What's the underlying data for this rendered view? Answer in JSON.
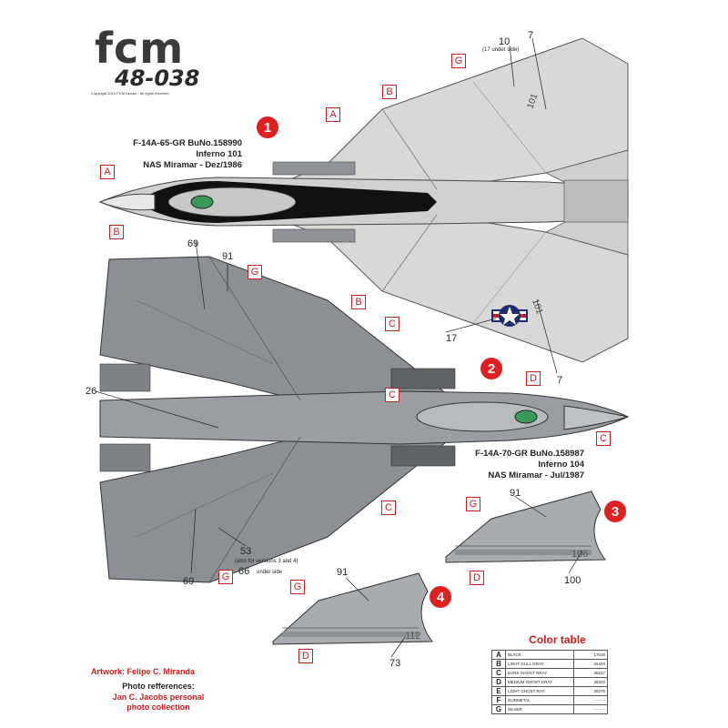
{
  "logo": {
    "brand": "fcm",
    "code": "48-038",
    "copyright": "Copyright 2010 FCM Decals - All rights reserved"
  },
  "versions": [
    {
      "badge": "1",
      "line1": "F-14A-65-GR  BuNo.158990",
      "line2": "Inferno 101",
      "line3": "NAS Miramar - Dez/1986"
    },
    {
      "badge": "2",
      "line1": "F-14A-70-GR  BuNo.158987",
      "line2": "Inferno 104",
      "line3": "NAS Miramar - Jul/1987"
    },
    {
      "badge": "3"
    },
    {
      "badge": "4"
    }
  ],
  "numbers": {
    "n10": "10",
    "n17_under": "(17 under side)",
    "n7a": "7",
    "n7b": "7",
    "n17": "17",
    "n69a": "69",
    "n91a": "91",
    "n26": "26",
    "n69b": "69",
    "n53": "53",
    "n53_note": "(also for versions 3 and 4)",
    "n66": "66",
    "n66_note": "under side",
    "n91b": "91",
    "n100": "100",
    "n91c": "91",
    "n73": "73"
  },
  "tail_codes": {
    "v1": "101",
    "v3": "106",
    "v4": "112"
  },
  "colors": {
    "black": "#111111",
    "light_gull_gray": "#d8d8d6",
    "dark_ghost_gray": "#8c9095",
    "medium_ghost_gray": "#a8acb0",
    "light_ghost_gray": "#c4c7ca",
    "gunmetal": "#5a5e62",
    "accent_red": "#e02020",
    "callout_red": "#c62020",
    "canopy_green": "#3a9a5a"
  },
  "credits": {
    "artwork": "Artwork: Felipe C. Miranda",
    "photo_refs": "Photo refferences:",
    "source_line1": "Jan C. Jacobs personal",
    "source_line2": "photo collection"
  },
  "color_table": {
    "title": "Color table",
    "rows": [
      {
        "letter": "A",
        "name": "BLACK",
        "fs": "17038"
      },
      {
        "letter": "B",
        "name": "LIGHT GULL GRAY",
        "fs": "26440"
      },
      {
        "letter": "C",
        "name": "DARK GHOST GRAY",
        "fs": "36237"
      },
      {
        "letter": "D",
        "name": "MEDIUM GHOST GRAY",
        "fs": "36320"
      },
      {
        "letter": "E",
        "name": "LIGHT GHOST RAY",
        "fs": "36375"
      },
      {
        "letter": "F",
        "name": "GUNMETAL",
        "fs": "- - - - -"
      },
      {
        "letter": "G",
        "name": "SILVER",
        "fs": "- - - - -"
      }
    ]
  },
  "callouts": [
    "A",
    "B",
    "G",
    "A",
    "B",
    "B",
    "G",
    "C",
    "C",
    "C",
    "D",
    "C",
    "G",
    "D",
    "G",
    "D",
    "G"
  ]
}
